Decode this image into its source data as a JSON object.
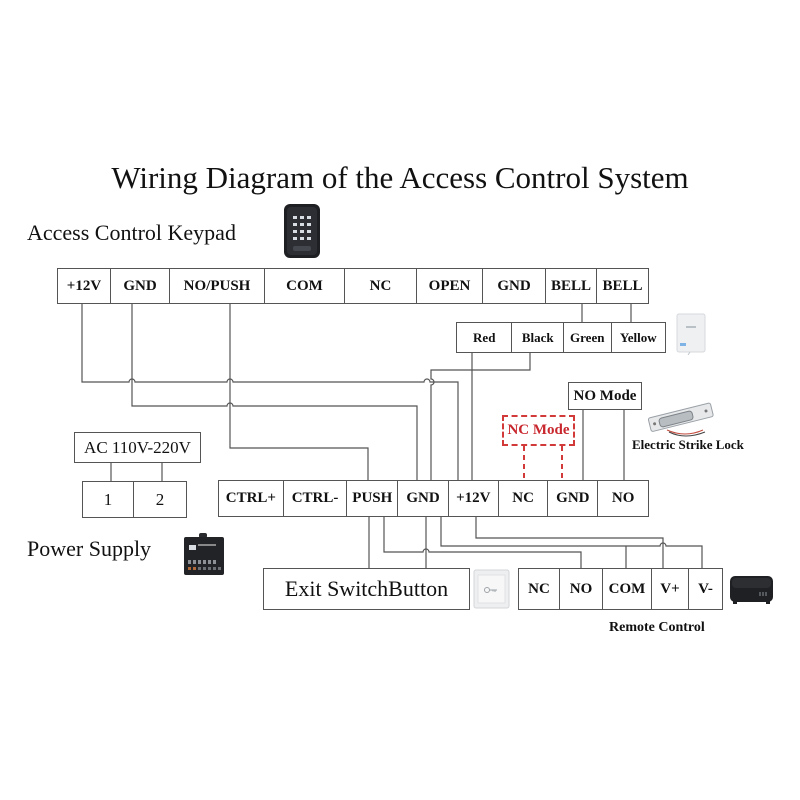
{
  "title": "Wiring Diagram of the Access Control System",
  "keypad": {
    "label": "Access Control Keypad",
    "icon": "keypad-device-icon",
    "terminals": [
      "+12V",
      "GND",
      "NO/PUSH",
      "COM",
      "NC",
      "OPEN",
      "GND",
      "BELL",
      "BELL"
    ]
  },
  "doorbell": {
    "icon": "doorbell-chime-icon",
    "wires": [
      "Red",
      "Black",
      "Green",
      "Yellow"
    ]
  },
  "lock": {
    "label": "Electric Strike Lock",
    "icon": "electric-strike-lock-icon",
    "no_mode": "NO Mode",
    "nc_mode": "NC Mode",
    "nc_mode_color": "#d23a3a"
  },
  "ac_input": {
    "label": "AC 110V-220V",
    "terminals": [
      "1",
      "2"
    ]
  },
  "power_supply": {
    "label": "Power Supply",
    "icon": "power-supply-icon",
    "terminals": [
      "CTRL+",
      "CTRL-",
      "PUSH",
      "GND",
      "+12V",
      "NC",
      "GND",
      "NO"
    ]
  },
  "exit_button": {
    "label": "Exit SwitchButton",
    "icon": "exit-button-icon"
  },
  "remote_control": {
    "label": "Remote Control",
    "icon": "remote-receiver-icon",
    "terminals": [
      "NC",
      "NO",
      "COM",
      "V+",
      "V-"
    ]
  }
}
